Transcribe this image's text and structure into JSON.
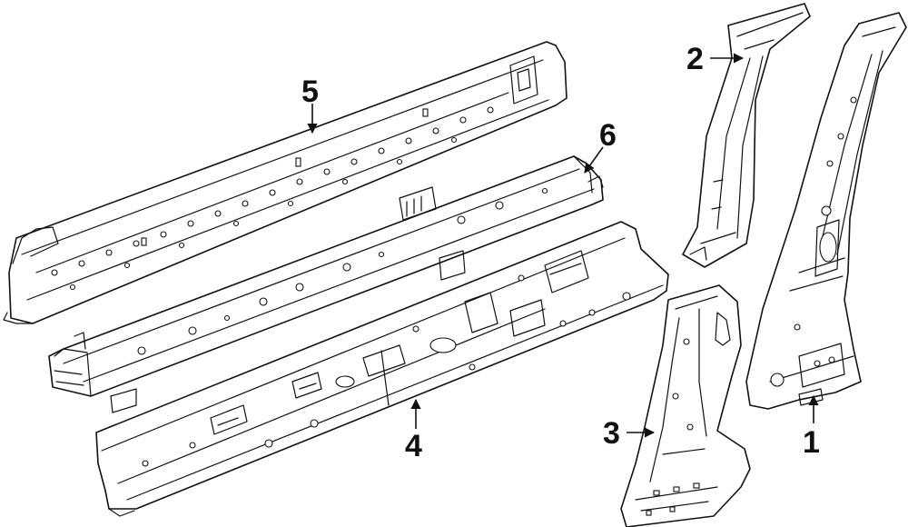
{
  "diagram": {
    "callouts": {
      "part_1": "1",
      "part_2": "2",
      "part_3": "3",
      "part_4": "4",
      "part_5": "5",
      "part_6": "6"
    },
    "colors": {
      "ink": "#111111",
      "paper": "#ffffff"
    }
  }
}
